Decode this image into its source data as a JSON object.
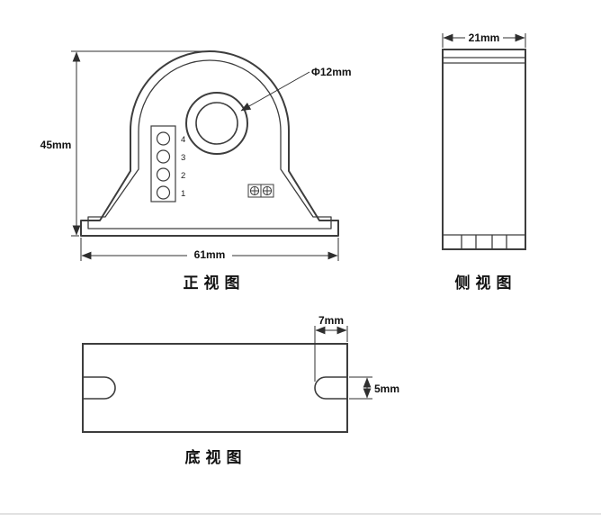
{
  "drawing": {
    "front_view": {
      "title": "正视图",
      "height_dim": "45mm",
      "width_dim": "61mm",
      "hole_dim": "Φ12mm",
      "pin_labels": [
        "4",
        "3",
        "2",
        "1"
      ]
    },
    "side_view": {
      "title": "侧视图",
      "width_dim": "21mm"
    },
    "bottom_view": {
      "title": "底视图",
      "slot_width_dim": "7mm",
      "slot_height_dim": "5mm"
    },
    "colors": {
      "outline": "#3d3d3d",
      "dimension": "#2f2f2f",
      "text": "#111111"
    }
  }
}
